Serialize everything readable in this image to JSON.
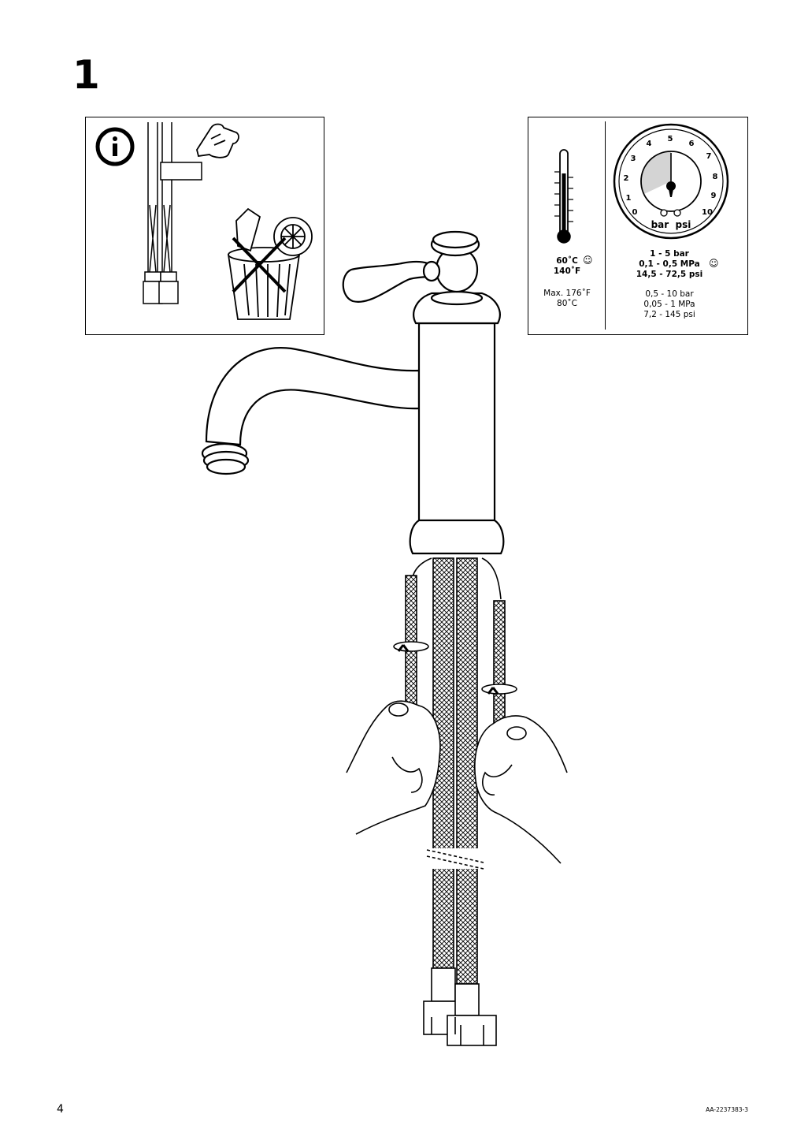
{
  "step": {
    "number": "1"
  },
  "info_panel": {
    "icons": [
      "info-icon",
      "tap-finger-icon",
      "hose-clip-icon",
      "no-trash-icon"
    ]
  },
  "spec_panel": {
    "temperature": {
      "recommended_c": "60˚C",
      "recommended_f": "140˚F",
      "max_line1": "Max. 176˚F",
      "max_line2": "80˚C"
    },
    "pressure": {
      "recommended_bar": "1 - 5 bar",
      "recommended_mpa": "0,1 - 0,5 MPa",
      "recommended_psi": "14,5 - 72,5 psi",
      "range_bar": "0,5 - 10 bar",
      "range_mpa": "0,05 - 1 MPa",
      "range_psi": "7,2 - 145 psi"
    },
    "gauge": {
      "ticks": [
        "0",
        "1",
        "2",
        "3",
        "4",
        "5",
        "6",
        "7",
        "8",
        "9",
        "10"
      ],
      "units": "bar  psi"
    },
    "smiley": "☺"
  },
  "footer": {
    "page_number": "4",
    "doc_code": "AA-2237383-3"
  }
}
